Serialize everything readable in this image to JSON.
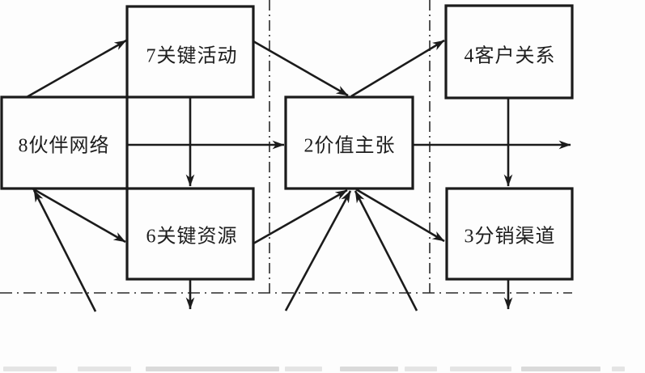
{
  "diagram": {
    "boxes": [
      {
        "id": "partner-network",
        "label": "8伙伴网络"
      },
      {
        "id": "key-activities",
        "label": "7关键活动"
      },
      {
        "id": "key-resources",
        "label": "6关键资源"
      },
      {
        "id": "value-proposition",
        "label": "2价值主张"
      },
      {
        "id": "customer-relationships",
        "label": "4客户关系"
      },
      {
        "id": "distribution-channels",
        "label": "3分销渠道"
      }
    ],
    "colors": {
      "line": "#1b1b1b",
      "background": "#fdfdfd"
    }
  }
}
